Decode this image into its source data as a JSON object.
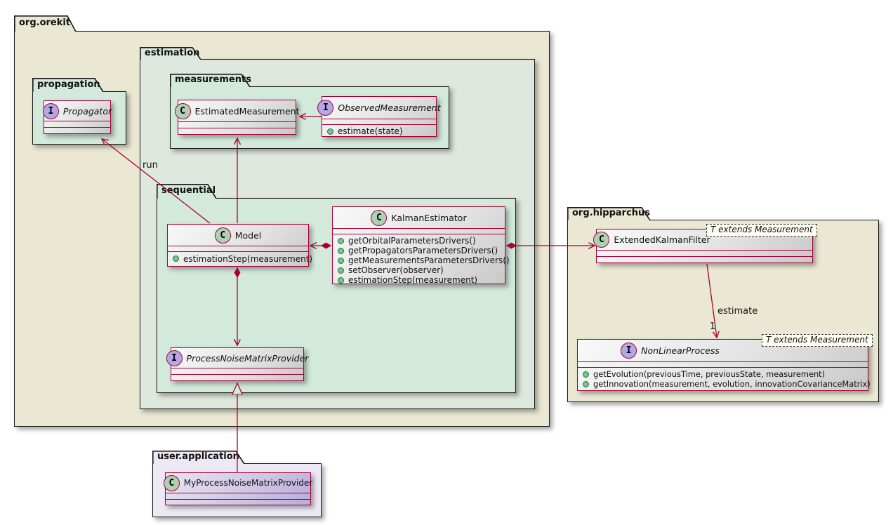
{
  "packages": {
    "orekit": {
      "label": "org.orekit"
    },
    "propagation": {
      "label": "propagation"
    },
    "estimation": {
      "label": "estimation"
    },
    "measurements": {
      "label": "measurements"
    },
    "sequential": {
      "label": "sequential"
    },
    "hipparchus": {
      "label": "org.hipparchus"
    },
    "user_application": {
      "label": "user.application"
    }
  },
  "icon_letters": {
    "class_letter": "C",
    "interface_letter": "I"
  },
  "classes": {
    "propagator": {
      "kind": "interface",
      "name": "Propagator",
      "methods": []
    },
    "estimated_measurement": {
      "kind": "class",
      "name": "EstimatedMeasurement",
      "methods": []
    },
    "observed_measurement": {
      "kind": "interface",
      "name": "ObservedMeasurement",
      "methods": [
        "estimate(state)"
      ]
    },
    "model": {
      "kind": "class",
      "name": "Model",
      "methods": [
        "estimationStep(measurement)"
      ]
    },
    "kalman_estimator": {
      "kind": "class",
      "name": "KalmanEstimator",
      "methods": [
        "getOrbitalParametersDrivers()",
        "getPropagatorsParametersDrivers()",
        "getMeasurementsParametersDrivers()",
        "setObserver(observer)",
        "estimationStep(measurement)"
      ]
    },
    "process_noise_matrix_provider": {
      "kind": "interface",
      "name": "ProcessNoiseMatrixProvider",
      "methods": []
    },
    "extended_kalman_filter": {
      "kind": "class",
      "name": "ExtendedKalmanFilter",
      "generic": "T extends Measurement",
      "methods": []
    },
    "non_linear_process": {
      "kind": "interface",
      "name": "NonLinearProcess",
      "generic": "T extends Measurement",
      "methods": [
        "getEvolution(previousTime, previousState, measurement)",
        "getInnovation(measurement, evolution, innovationCovarianceMatrix)"
      ]
    },
    "my_process_noise_matrix_provider": {
      "kind": "class",
      "name": "MyProcessNoiseMatrixProvider",
      "methods": []
    }
  },
  "edge_labels": {
    "run": "run",
    "estimate": "estimate",
    "multiplicity_one": "1"
  },
  "colors": {
    "line": "#A80036",
    "class_icon": "#ADD1B2",
    "interface_icon": "#B4A7E5",
    "method_dot": "#84BE84",
    "package_beige": "#EAE8D2",
    "package_graygreen": "#DFE8DE",
    "package_mint": "#D2E9DB",
    "package_lavender": "#ECE9F5"
  }
}
